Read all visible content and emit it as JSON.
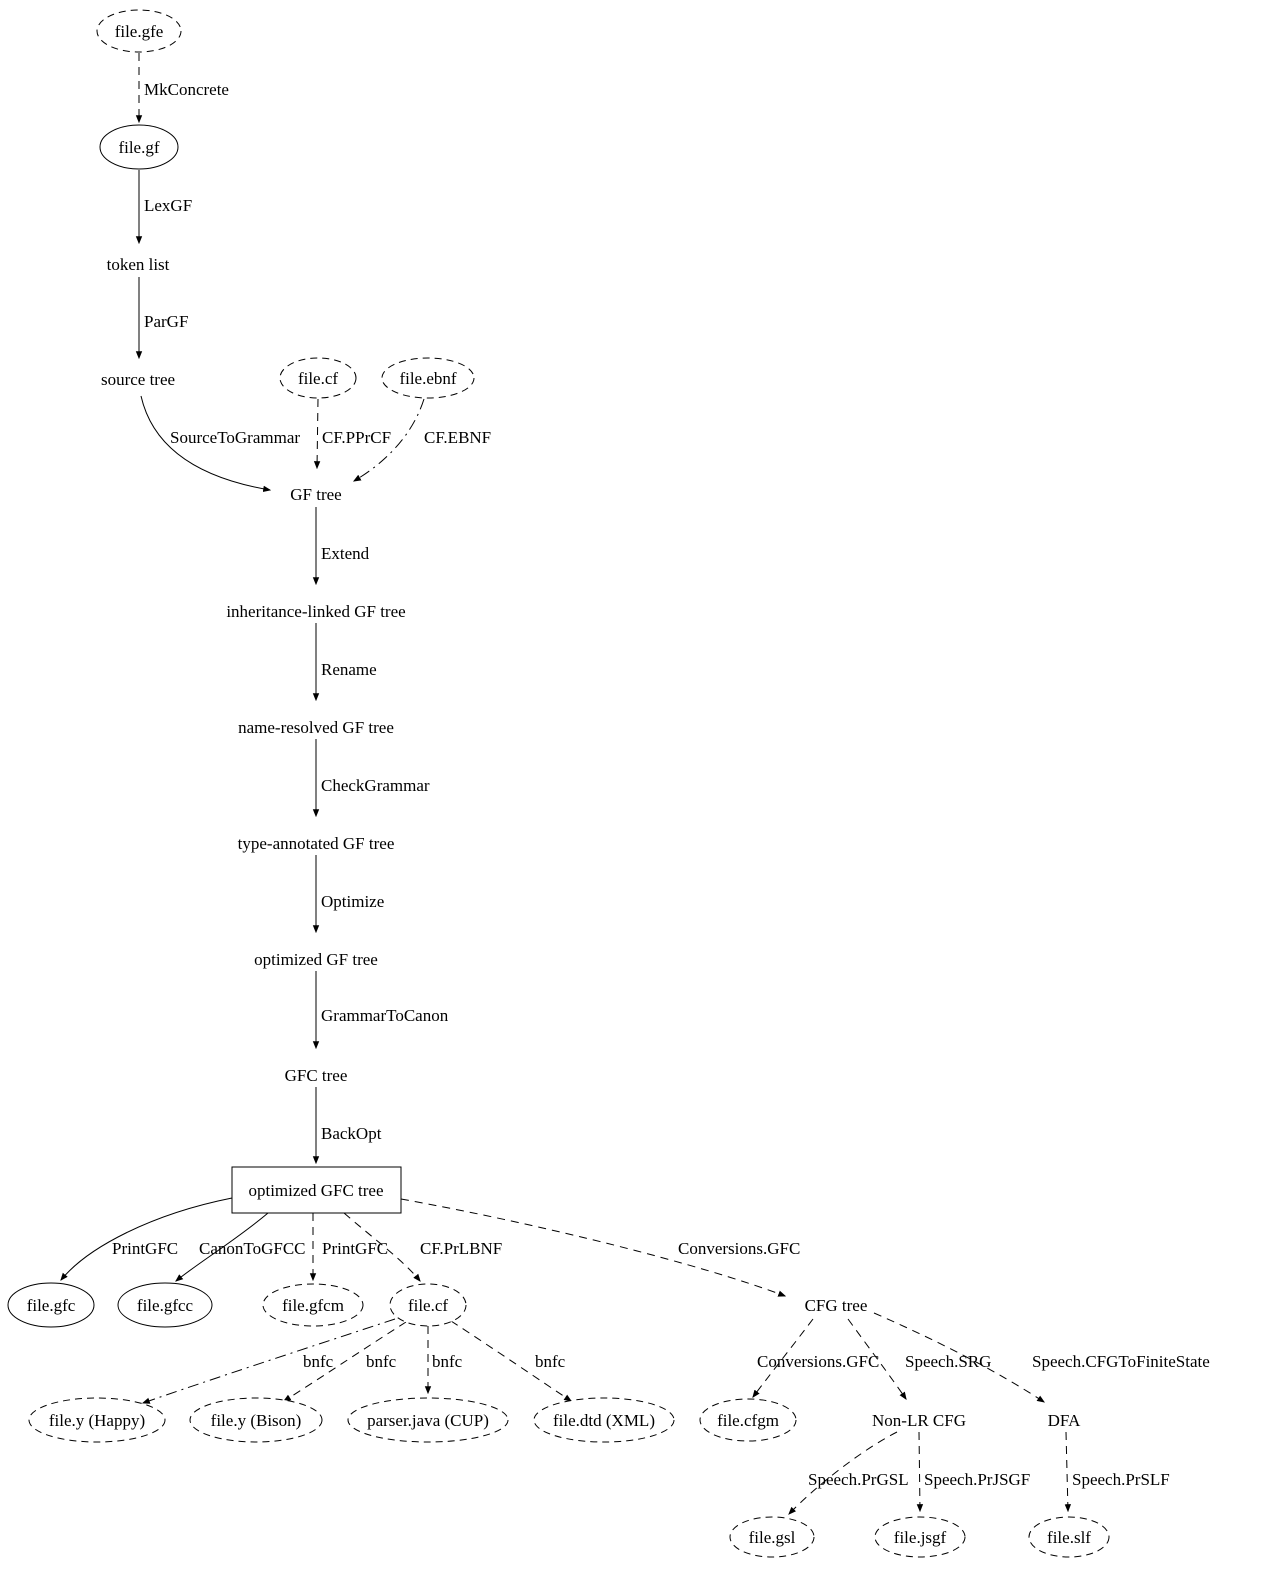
{
  "diagram": {
    "colors": {
      "stroke": "#000000",
      "background": "#ffffff"
    },
    "nodes": {
      "file_gfe": {
        "label": "file.gfe"
      },
      "file_gf": {
        "label": "file.gf"
      },
      "token_list": {
        "label": "token list"
      },
      "source_tree": {
        "label": "source tree"
      },
      "file_cf_in": {
        "label": "file.cf"
      },
      "file_ebnf": {
        "label": "file.ebnf"
      },
      "gf_tree": {
        "label": "GF tree"
      },
      "inheritance_linked_gf_tree": {
        "label": "inheritance-linked GF tree"
      },
      "name_resolved_gf_tree": {
        "label": "name-resolved GF tree"
      },
      "type_annotated_gf_tree": {
        "label": "type-annotated GF tree"
      },
      "optimized_gf_tree": {
        "label": "optimized GF tree"
      },
      "gfc_tree": {
        "label": "GFC tree"
      },
      "optimized_gfc_tree": {
        "label": "optimized GFC tree"
      },
      "file_gfc": {
        "label": "file.gfc"
      },
      "file_gfcc": {
        "label": "file.gfcc"
      },
      "file_gfcm": {
        "label": "file.gfcm"
      },
      "file_cf_out": {
        "label": "file.cf"
      },
      "cfg_tree": {
        "label": "CFG tree"
      },
      "file_y_happy": {
        "label": "file.y (Happy)"
      },
      "file_y_bison": {
        "label": "file.y (Bison)"
      },
      "parser_java_cup": {
        "label": "parser.java (CUP)"
      },
      "file_dtd_xml": {
        "label": "file.dtd (XML)"
      },
      "file_cfgm": {
        "label": "file.cfgm"
      },
      "non_lr_cfg": {
        "label": "Non-LR CFG"
      },
      "dfa": {
        "label": "DFA"
      },
      "file_gsl": {
        "label": "file.gsl"
      },
      "file_jsgf": {
        "label": "file.jsgf"
      },
      "file_slf": {
        "label": "file.slf"
      }
    },
    "edges": {
      "mkconcrete": {
        "label": "MkConcrete"
      },
      "lexgf": {
        "label": "LexGF"
      },
      "pargf": {
        "label": "ParGF"
      },
      "sourcetogrammar": {
        "label": "SourceToGrammar"
      },
      "cf_pprcf": {
        "label": "CF.PPrCF"
      },
      "cf_ebnf": {
        "label": "CF.EBNF"
      },
      "extend": {
        "label": "Extend"
      },
      "rename": {
        "label": "Rename"
      },
      "checkgrammar": {
        "label": "CheckGrammar"
      },
      "optimize": {
        "label": "Optimize"
      },
      "grammartocanon": {
        "label": "GrammarToCanon"
      },
      "backopt": {
        "label": "BackOpt"
      },
      "printgfc_left": {
        "label": "PrintGFC"
      },
      "canontogfcc": {
        "label": "CanonToGFCC"
      },
      "printgfc_mid": {
        "label": "PrintGFC"
      },
      "cf_prlbnf": {
        "label": "CF.PrLBNF"
      },
      "conversions_gfc_1": {
        "label": "Conversions.GFC"
      },
      "bnfc_happy": {
        "label": "bnfc"
      },
      "bnfc_bison": {
        "label": "bnfc"
      },
      "bnfc_cup": {
        "label": "bnfc"
      },
      "bnfc_xml": {
        "label": "bnfc"
      },
      "conversions_gfc_2": {
        "label": "Conversions.GFC"
      },
      "speech_srg": {
        "label": "Speech.SRG"
      },
      "speech_cfgtofinitestate": {
        "label": "Speech.CFGToFiniteState"
      },
      "speech_prgsl": {
        "label": "Speech.PrGSL"
      },
      "speech_prjsgf": {
        "label": "Speech.PrJSGF"
      },
      "speech_prslf": {
        "label": "Speech.PrSLF"
      }
    }
  }
}
